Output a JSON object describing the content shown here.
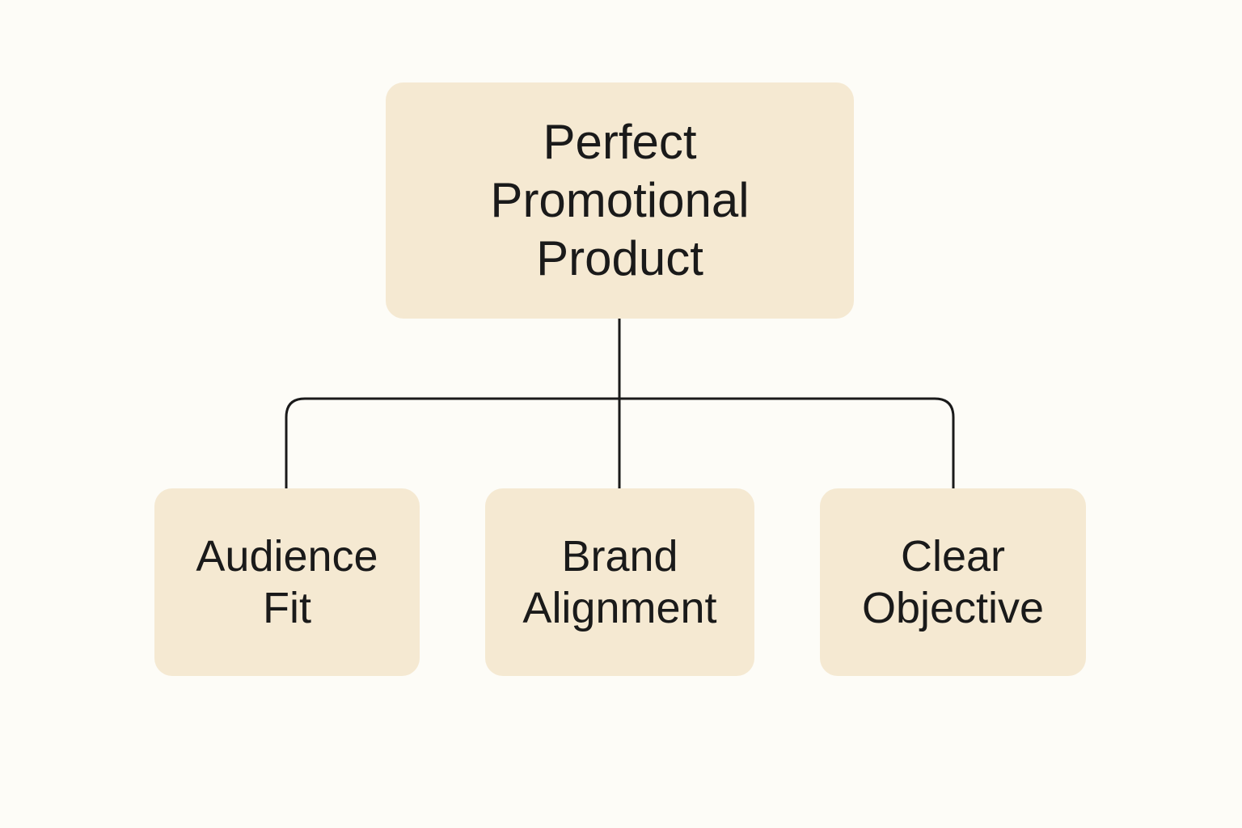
{
  "diagram": {
    "type": "hierarchy",
    "root": {
      "lines": [
        "Perfect",
        "Promotional",
        "Product"
      ]
    },
    "children": [
      {
        "lines": [
          "Audience",
          "Fit"
        ]
      },
      {
        "lines": [
          "Brand",
          "Alignment"
        ]
      },
      {
        "lines": [
          "Clear",
          "Objective"
        ]
      }
    ],
    "colors": {
      "background": "#fdfcf7",
      "node_fill": "#f5e9d2",
      "line": "#1a1a1a",
      "text": "#1a1a1a"
    }
  }
}
